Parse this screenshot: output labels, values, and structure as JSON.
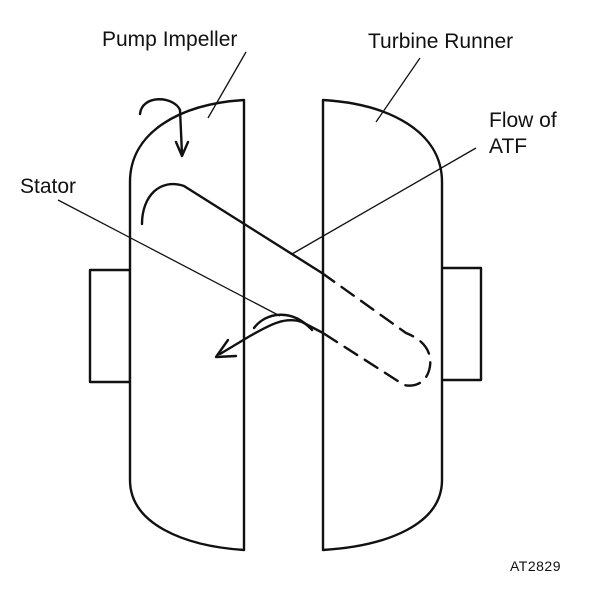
{
  "labels": {
    "pump_impeller": "Pump Impeller",
    "turbine_runner": "Turbine Runner",
    "flow_of": "Flow of",
    "atf": "ATF",
    "stator": "Stator"
  },
  "figure_code": "AT2829",
  "colors": {
    "ink": "#111111",
    "background": "#ffffff"
  }
}
